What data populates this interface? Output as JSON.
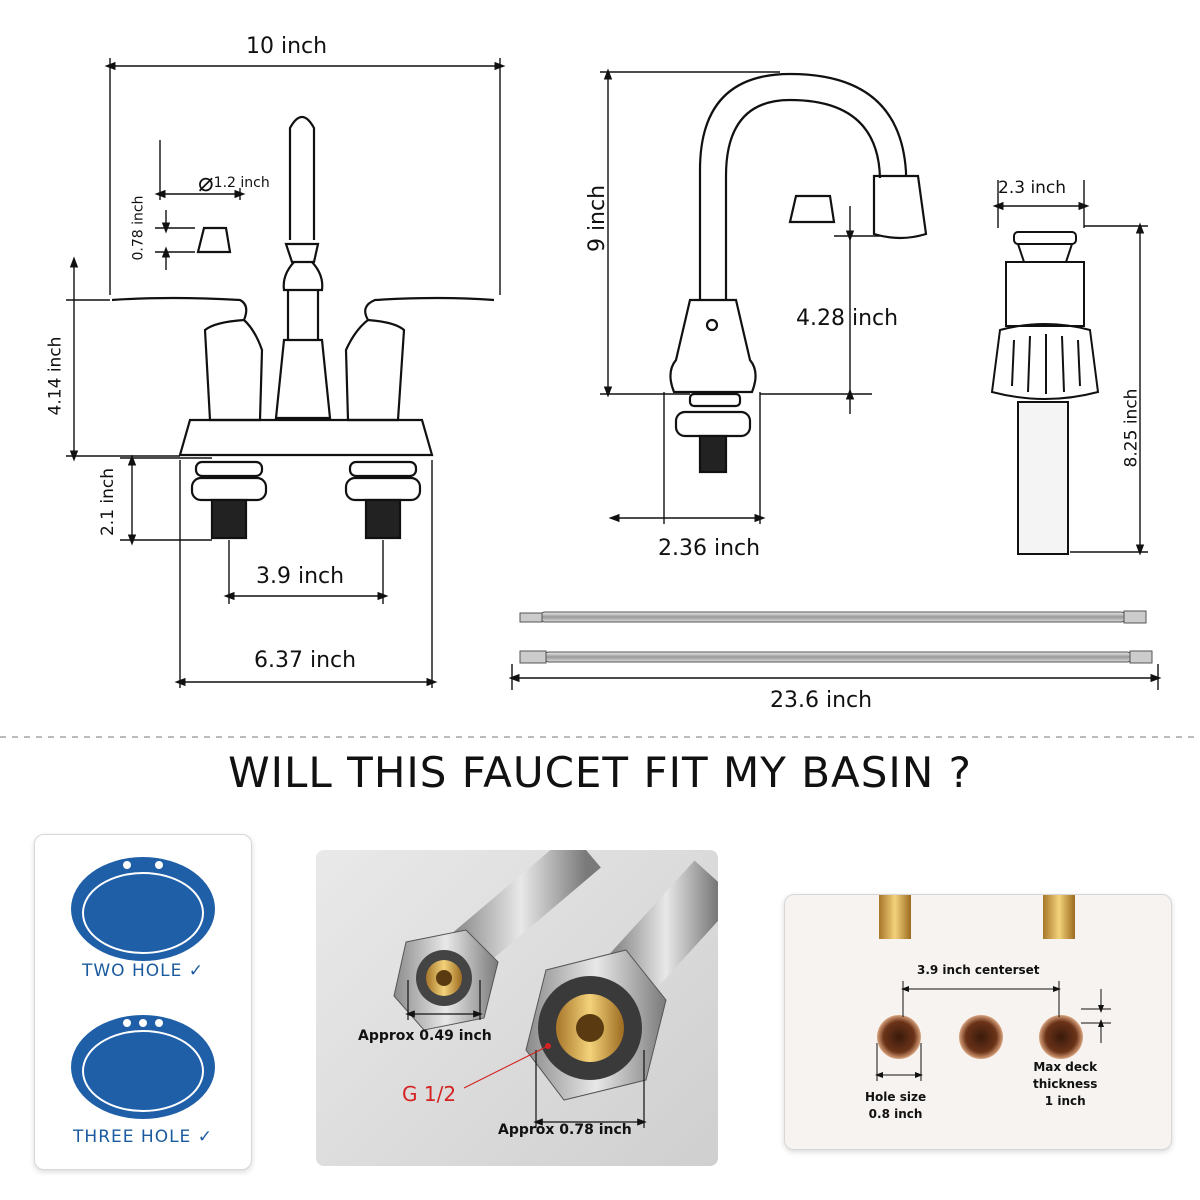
{
  "dimensions": {
    "overall_width": "10 inch",
    "handle_diameter": "1.2 inch",
    "handle_height": "0.78 inch",
    "faucet_height": "4.14 inch",
    "shank_length": "2.1 inch",
    "centerset": "3.9 inch",
    "base_width": "6.37 inch",
    "spout_height": "9 inch",
    "spout_clearance": "4.28 inch",
    "spout_base": "2.36 inch",
    "drain_diameter": "2.3 inch",
    "drain_length": "8.25 inch",
    "hose_length": "23.6 inch"
  },
  "heading": "WILL THIS FAUCET FIT MY BASIN ?",
  "basins": [
    {
      "label": "TWO HOLE",
      "check": "✓"
    },
    {
      "label": "THREE HOLE",
      "check": "✓"
    }
  ],
  "connector": {
    "thread_small": "Approx 0.49 inch",
    "thread_spec": "G 1/2",
    "thread_large": "Approx 0.78 inch"
  },
  "install": {
    "centerset": "3.9 inch centerset",
    "hole_size": "Hole size\n0.8 inch",
    "deck_thickness": "Max deck\nthickness\n1 inch"
  },
  "colors": {
    "basin_blue": "#1f5fa8",
    "check_blue": "#1a5a9e",
    "spec_red": "#d42323"
  }
}
